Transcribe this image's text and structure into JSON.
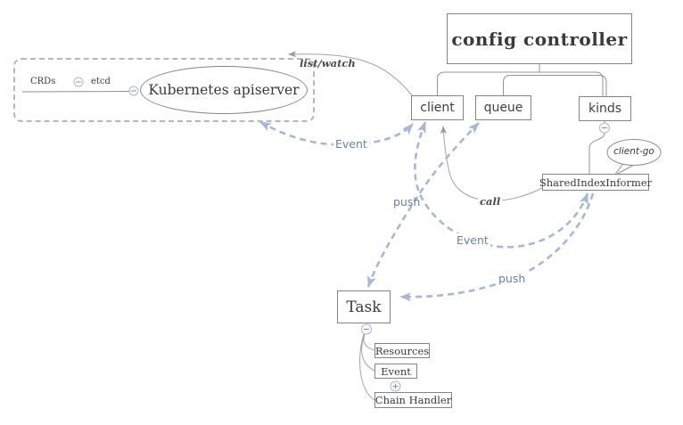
{
  "diagram": {
    "nodes": {
      "config_controller": {
        "label": "config controller"
      },
      "client": {
        "label": "client"
      },
      "queue": {
        "label": "queue"
      },
      "kinds": {
        "label": "kinds"
      },
      "shared_index_informer": {
        "label": "SharedIndexInformer"
      },
      "client_go_bubble": {
        "label": "client-go"
      },
      "task": {
        "label": "Task"
      },
      "resources": {
        "label": "Resources"
      },
      "event": {
        "label": "Event"
      },
      "chain_handler": {
        "label": "Chain Handler"
      },
      "kubernetes_apiserver": {
        "label": "Kubernetes apiserver"
      },
      "crds": {
        "label": "CRDs"
      },
      "etcd": {
        "label": "etcd"
      }
    },
    "edge_labels": {
      "list_watch": "list/watch",
      "call": "call",
      "event_apiserver_client": "Event",
      "event_client_informer": "Event",
      "push_queue_task": "push",
      "push_informer_task": "push"
    },
    "icons": {
      "collapse": "−",
      "expand": "+"
    },
    "colors": {
      "dashed_edge": "#a9b7d4",
      "edge_label_blue": "#6b80a8",
      "box_border": "#858585",
      "group_border": "#b7b7b7",
      "text": "#3a3a3a",
      "gray_edge": "#a3a3a3",
      "gray_label": "#4a4a4a"
    }
  }
}
